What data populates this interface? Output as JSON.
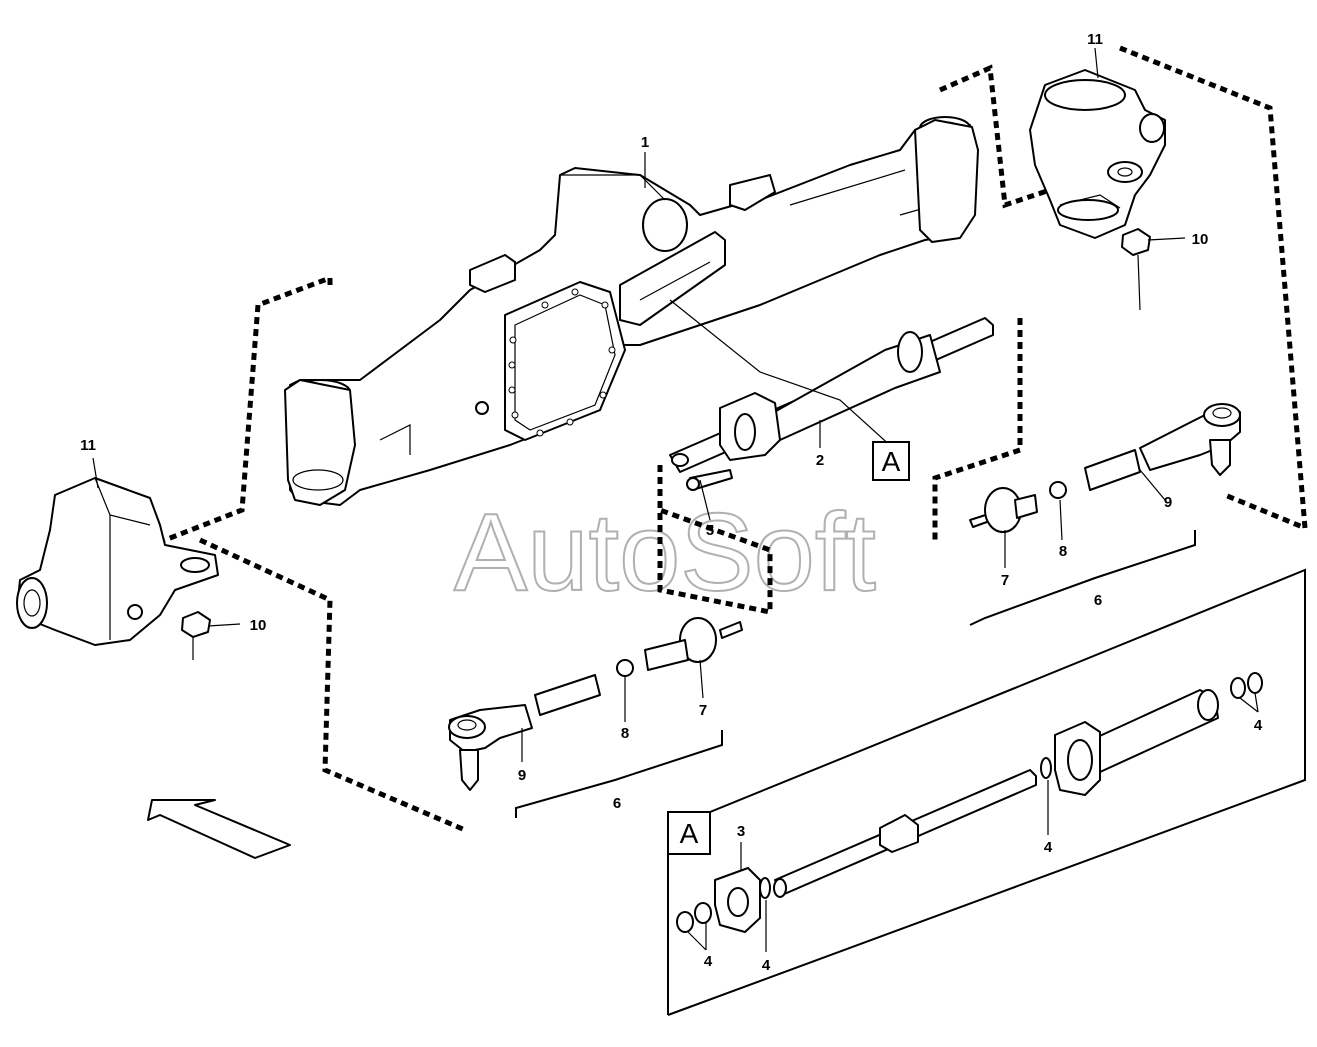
{
  "watermark": "AutoSoft",
  "callouts": {
    "c1": "1",
    "c2": "2",
    "c3": "3",
    "c4": "4",
    "c5": "5",
    "c6": "6",
    "c7": "7",
    "c8": "8",
    "c9": "9",
    "c10": "10",
    "c11": "11"
  },
  "detail_label": "A",
  "icons": [
    "axle-beam",
    "steering-knuckle",
    "steering-cylinder",
    "tie-rod-end",
    "flow-direction-arrow"
  ]
}
